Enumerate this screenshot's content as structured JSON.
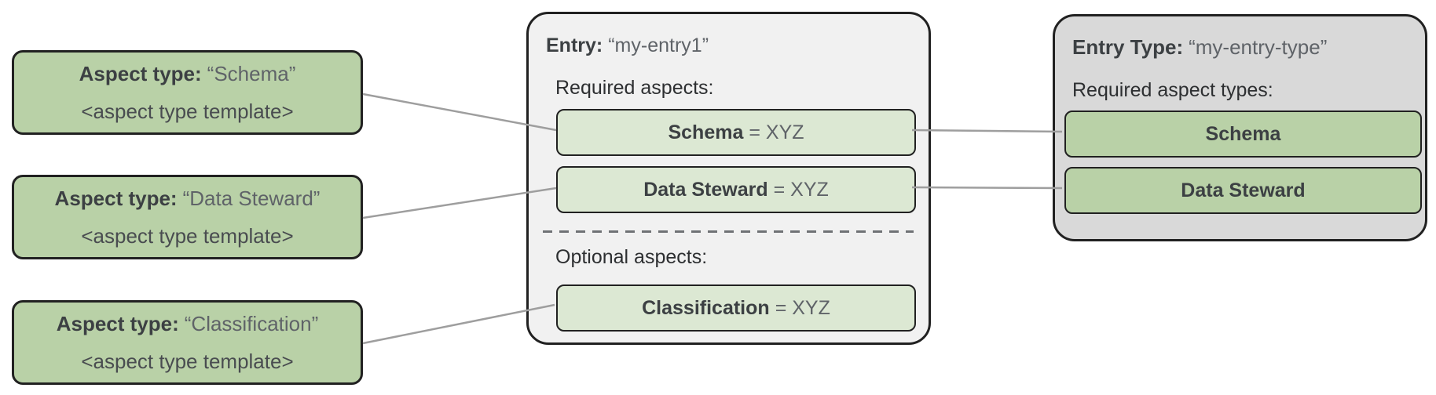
{
  "aspect_types": [
    {
      "label": "Aspect type:",
      "name": "“Schema”",
      "template": "<aspect type template>"
    },
    {
      "label": "Aspect type:",
      "name": "“Data Steward”",
      "template": "<aspect type template>"
    },
    {
      "label": "Aspect type:",
      "name": "“Classification”",
      "template": "<aspect type template>"
    }
  ],
  "entry": {
    "label": "Entry:",
    "name": "“my-entry1”",
    "required_heading": "Required aspects:",
    "required_aspects": [
      {
        "name": "Schema",
        "value": "= XYZ"
      },
      {
        "name": "Data Steward",
        "value": "= XYZ"
      }
    ],
    "optional_heading": "Optional aspects:",
    "optional_aspects": [
      {
        "name": "Classification",
        "value": "= XYZ"
      }
    ]
  },
  "entry_type": {
    "label": "Entry Type:",
    "name": "“my-entry-type”",
    "required_heading": "Required aspect types:",
    "required_aspect_types": [
      "Schema",
      "Data Steward"
    ]
  },
  "colors": {
    "aspect_green": "#b9d1a7",
    "aspect_green_light": "#dce8d3",
    "entry_background": "#f1f1f1",
    "entry_type_background": "#d9d9d9",
    "box_border": "#212121",
    "connector_gray": "#9e9e9e",
    "text_dark": "#3c4043",
    "text_secondary": "#5f6368"
  }
}
